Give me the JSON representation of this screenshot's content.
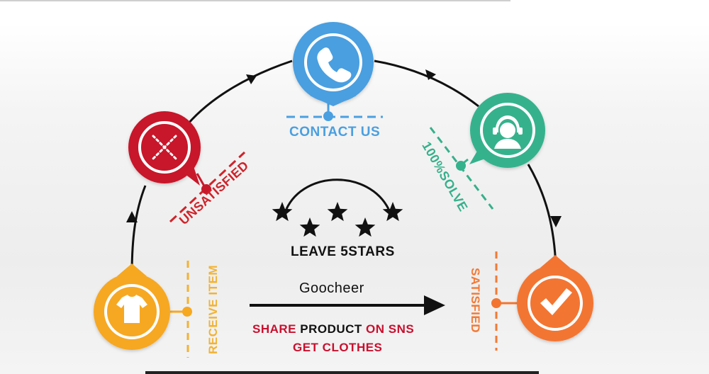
{
  "steps": {
    "contact": {
      "label": "CONTACT US",
      "icon": "phone-icon",
      "color": "#4a9fe0"
    },
    "unsatisfied": {
      "label": "UNSATISFIED",
      "icon": "cross-icon",
      "color": "#c8192a"
    },
    "solve": {
      "label": "100%SOLVE",
      "icon": "support-agent-icon",
      "color": "#34b28c"
    },
    "receive": {
      "label": "RECEIVE ITEM",
      "icon": "shirt-icon",
      "color": "#f6a820"
    },
    "satisfied": {
      "label": "SATISFIED",
      "icon": "check-icon",
      "color": "#f37430"
    }
  },
  "center": {
    "stars_label": "LEAVE 5STARS",
    "stars": 5,
    "brand": "Goocheer",
    "share_word1": "SHARE",
    "share_word2": "PRODUCT",
    "share_word3": "ON SNS",
    "get_clothes": "GET CLOTHES"
  }
}
